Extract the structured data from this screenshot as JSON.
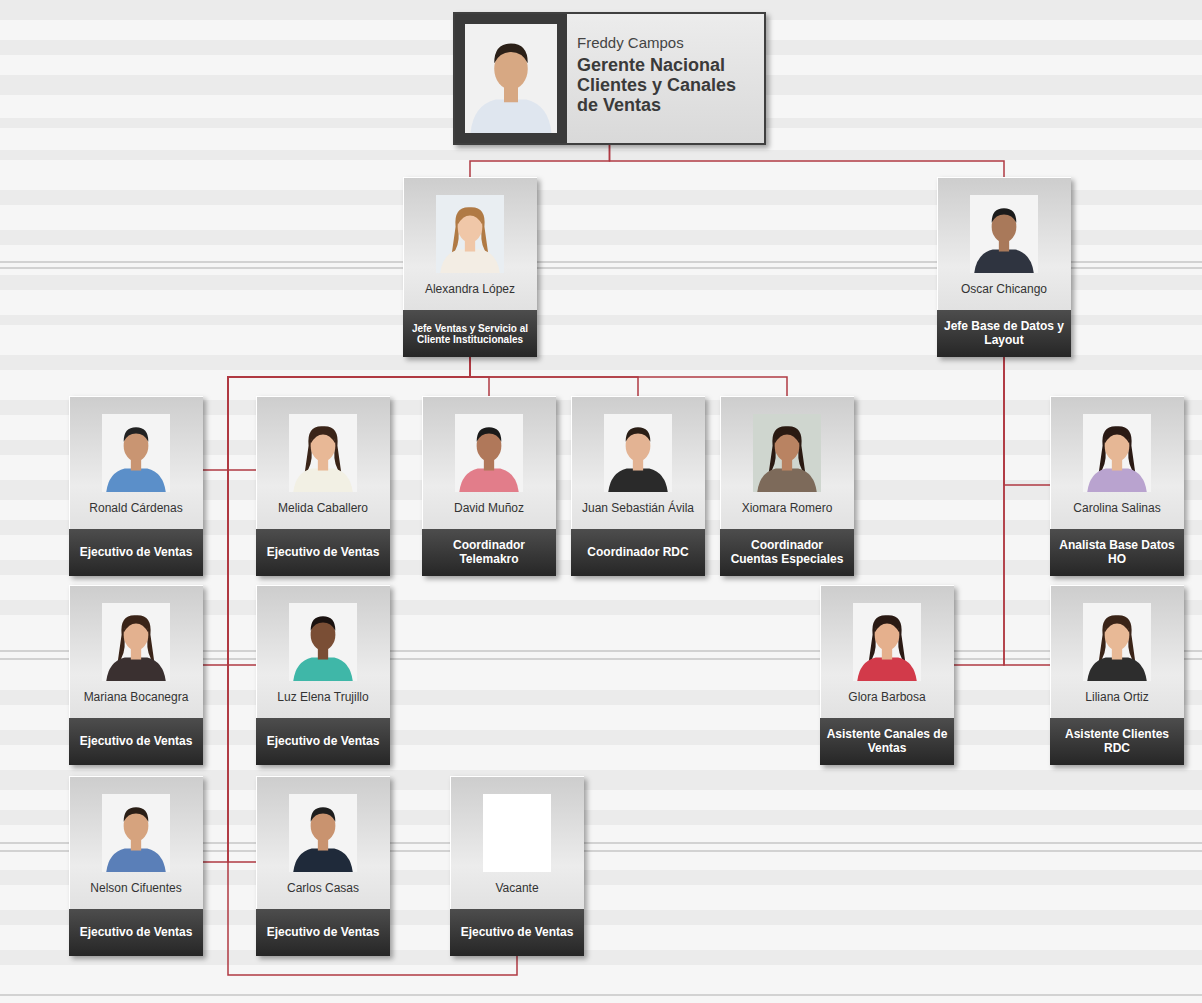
{
  "diagram": {
    "nodes": [
      {
        "text": [
          "Freddy Campos",
          "Gerente Nacional Clientes y Canales de Ventas"
        ]
      },
      {
        "text": [
          "Alexandra López",
          "Jefe Ventas y Servicio al Cliente Institucionales"
        ]
      },
      {
        "text": [
          "Oscar Chicango",
          "Jefe Base de Datos y Layout"
        ]
      },
      {
        "text": [
          "Ronald Cárdenas",
          "Ejecutivo de Ventas"
        ]
      },
      {
        "text": [
          "Melida Caballero",
          "Ejecutivo de Ventas"
        ]
      },
      {
        "text": [
          "David Muñoz",
          "Coordinador Telemakro"
        ]
      },
      {
        "text": [
          "Juan Sebastián Ávila",
          "Coordinador RDC"
        ]
      },
      {
        "text": [
          "Xiomara Romero",
          "Coordinador Cuentas Especiales"
        ]
      },
      {
        "text": [
          "Carolina Salinas",
          "Analista Base Datos HO"
        ]
      },
      {
        "text": [
          "Mariana Bocanegra",
          "Ejecutivo de Ventas"
        ]
      },
      {
        "text": [
          "Luz Elena Trujillo",
          "Ejecutivo de Ventas"
        ]
      },
      {
        "text": [
          "Glora Barbosa",
          "Asistente Canales de Ventas"
        ]
      },
      {
        "text": [
          "Liliana Ortiz",
          "Asistente Clientes RDC"
        ]
      },
      {
        "text": [
          "Nelson Cifuentes",
          "Ejecutivo de Ventas"
        ]
      },
      {
        "text": [
          "Carlos Casas",
          "Ejecutivo de Ventas"
        ]
      },
      {
        "text": [
          "Vacante",
          "Ejecutivo de Ventas"
        ]
      }
    ],
    "edges": [
      {
        "from": 0,
        "to": 1,
        "arrow": "none"
      },
      {
        "from": 0,
        "to": 2,
        "arrow": "none"
      },
      {
        "from": 1,
        "to": 3,
        "arrow": "none"
      },
      {
        "from": 1,
        "to": 4,
        "arrow": "none"
      },
      {
        "from": 1,
        "to": 5,
        "arrow": "none"
      },
      {
        "from": 1,
        "to": 6,
        "arrow": "none"
      },
      {
        "from": 1,
        "to": 7,
        "arrow": "none"
      },
      {
        "from": 1,
        "to": 9,
        "arrow": "none"
      },
      {
        "from": 1,
        "to": 10,
        "arrow": "none"
      },
      {
        "from": 1,
        "to": 13,
        "arrow": "none"
      },
      {
        "from": 1,
        "to": 14,
        "arrow": "none"
      },
      {
        "from": 1,
        "to": 15,
        "arrow": "none"
      },
      {
        "from": 2,
        "to": 8,
        "arrow": "none"
      },
      {
        "from": 2,
        "to": 11,
        "arrow": "none"
      },
      {
        "from": 2,
        "to": 12,
        "arrow": "none"
      }
    ]
  }
}
